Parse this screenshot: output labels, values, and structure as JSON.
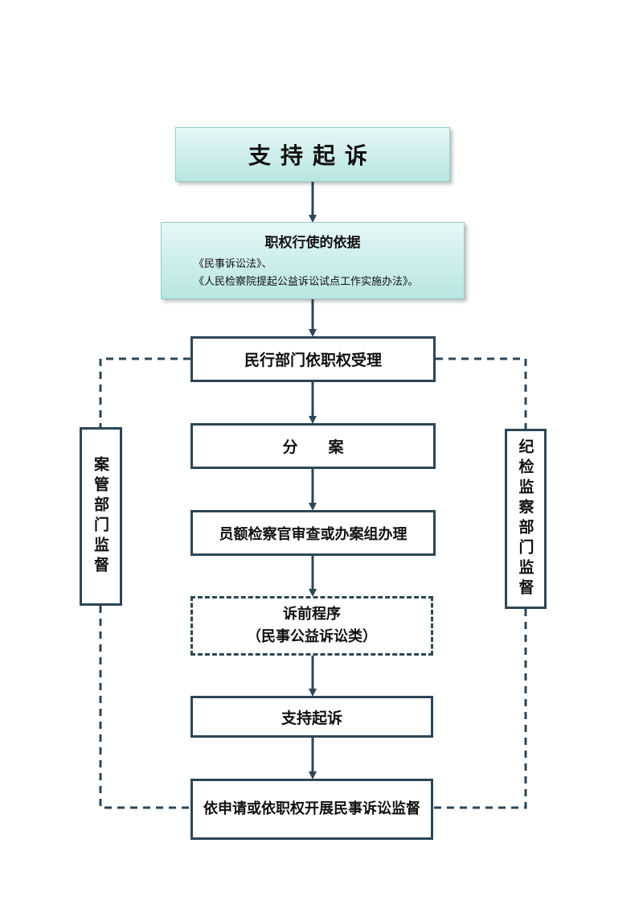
{
  "title": "支持起诉",
  "basis": {
    "heading": "职权行使的依据",
    "line1": "《民事诉讼法》、",
    "line2": "《人民检察院提起公益诉讼试点工作实施办法》。"
  },
  "steps": {
    "accept": "民行部门依职权受理",
    "divide": "分　　案",
    "review": "员额检察官审查或办案组办理",
    "pre_line1": "诉前程序",
    "pre_line2": "（民事公益诉讼类）",
    "support": "支持起诉",
    "supervise": "依申请或依职权开展民事诉讼监督"
  },
  "side": {
    "left": "案管部门监督",
    "right": "纪检监察部门监督"
  },
  "colors": {
    "box_border": "#2c4656",
    "title_fill": "#b8e6e2"
  }
}
